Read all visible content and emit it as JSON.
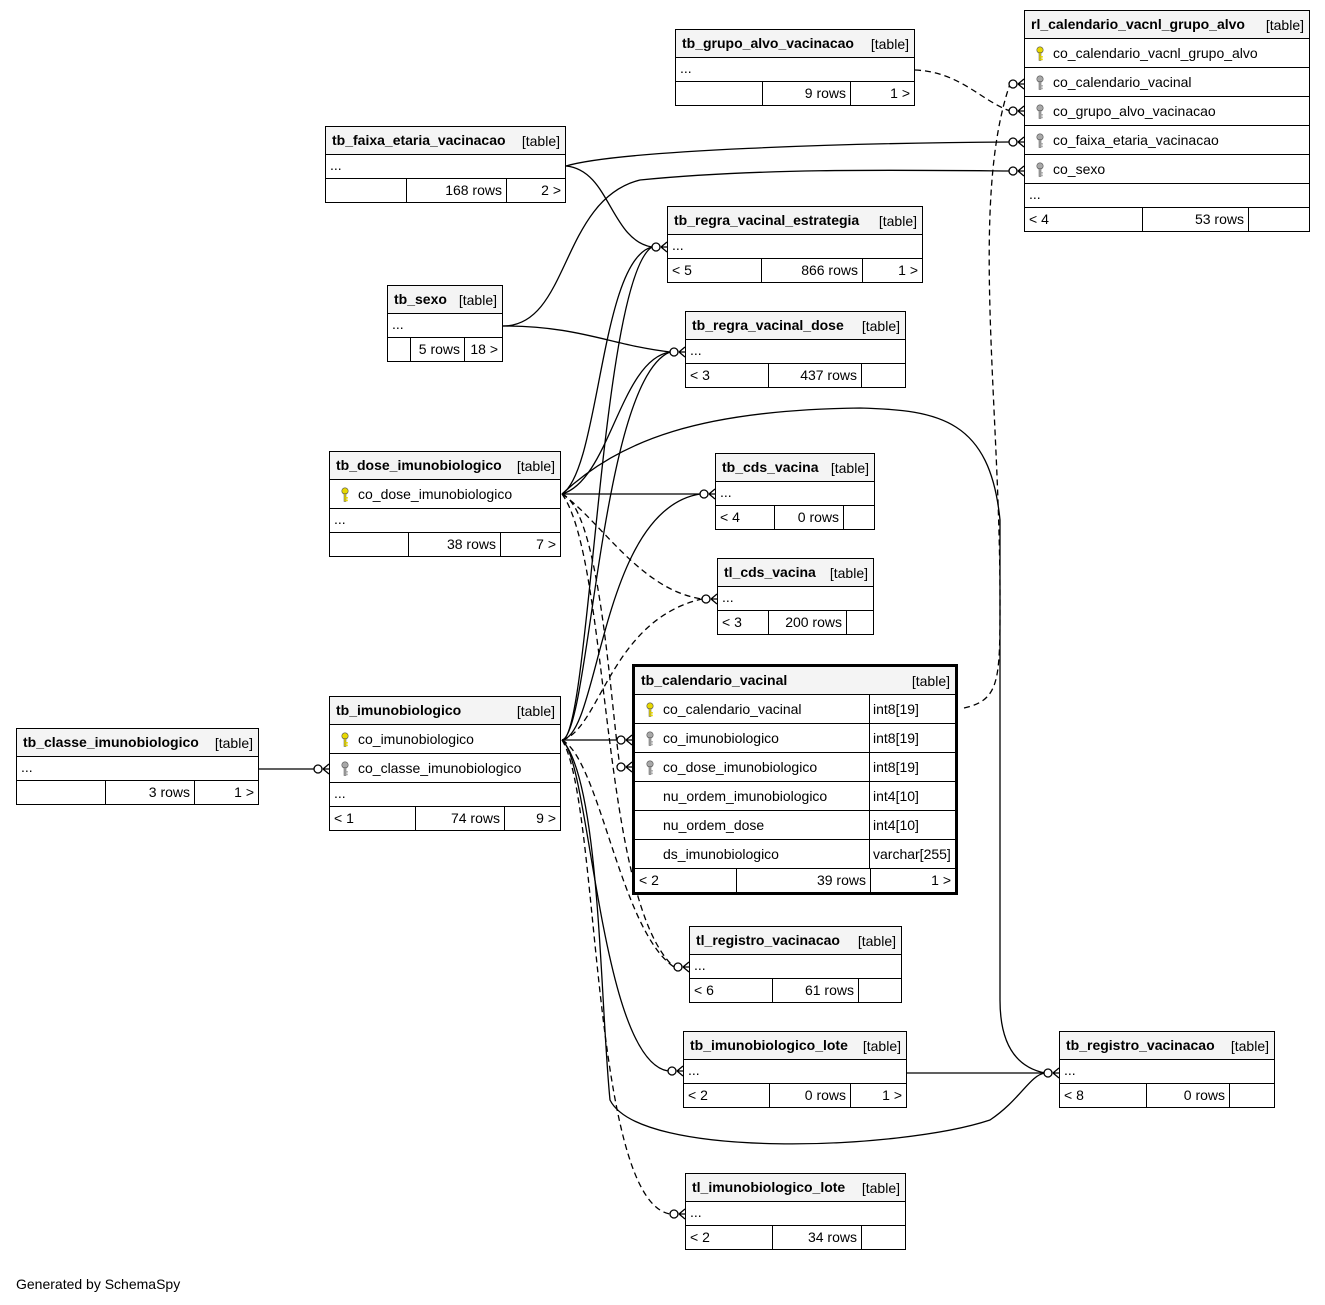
{
  "diagram": {
    "tables": [
      {
        "id": "tb_grupo_alvo_vacinacao",
        "name": "tb_grupo_alvo_vacinacao",
        "type": "[table]",
        "columns": [],
        "rows": "9 rows",
        "parents": "",
        "children": "1 >"
      },
      {
        "id": "rl_calendario_vacnl_grupo_alvo",
        "name": "rl_calendario_vacnl_grupo_alvo",
        "type": "[table]",
        "columns": [
          {
            "name": "co_calendario_vacnl_grupo_alvo",
            "key": "pk"
          },
          {
            "name": "co_calendario_vacinal",
            "key": "fk"
          },
          {
            "name": "co_grupo_alvo_vacinacao",
            "key": "fk"
          },
          {
            "name": "co_faixa_etaria_vacinacao",
            "key": "fk"
          },
          {
            "name": "co_sexo",
            "key": "fk"
          }
        ],
        "rows": "53 rows",
        "parents": "< 4",
        "children": ""
      },
      {
        "id": "tb_faixa_etaria_vacinacao",
        "name": "tb_faixa_etaria_vacinacao",
        "type": "[table]",
        "columns": [],
        "rows": "168 rows",
        "parents": "",
        "children": "2 >"
      },
      {
        "id": "tb_regra_vacinal_estrategia",
        "name": "tb_regra_vacinal_estrategia",
        "type": "[table]",
        "columns": [],
        "rows": "866 rows",
        "parents": "< 5",
        "children": "1 >"
      },
      {
        "id": "tb_sexo",
        "name": "tb_sexo",
        "type": "[table]",
        "columns": [],
        "rows": "5 rows",
        "parents": "",
        "children": "18 >"
      },
      {
        "id": "tb_regra_vacinal_dose",
        "name": "tb_regra_vacinal_dose",
        "type": "[table]",
        "columns": [],
        "rows": "437 rows",
        "parents": "< 3",
        "children": ""
      },
      {
        "id": "tb_dose_imunobiologico",
        "name": "tb_dose_imunobiologico",
        "type": "[table]",
        "columns": [
          {
            "name": "co_dose_imunobiologico",
            "key": "pk"
          }
        ],
        "rows": "38 rows",
        "parents": "",
        "children": "7 >"
      },
      {
        "id": "tb_cds_vacina",
        "name": "tb_cds_vacina",
        "type": "[table]",
        "columns": [],
        "rows": "0 rows",
        "parents": "< 4",
        "children": ""
      },
      {
        "id": "tl_cds_vacina",
        "name": "tl_cds_vacina",
        "type": "[table]",
        "columns": [],
        "rows": "200 rows",
        "parents": "< 3",
        "children": ""
      },
      {
        "id": "tb_calendario_vacinal",
        "name": "tb_calendario_vacinal",
        "type": "[table]",
        "columns": [
          {
            "name": "co_calendario_vacinal",
            "key": "pk",
            "type": "int8[19]"
          },
          {
            "name": "co_imunobiologico",
            "key": "fk",
            "type": "int8[19]"
          },
          {
            "name": "co_dose_imunobiologico",
            "key": "fk",
            "type": "int8[19]"
          },
          {
            "name": "nu_ordem_imunobiologico",
            "key": "",
            "type": "int4[10]"
          },
          {
            "name": "nu_ordem_dose",
            "key": "",
            "type": "int4[10]"
          },
          {
            "name": "ds_imunobiologico",
            "key": "",
            "type": "varchar[255]"
          }
        ],
        "rows": "39 rows",
        "parents": "< 2",
        "children": "1 >"
      },
      {
        "id": "tb_classe_imunobiologico",
        "name": "tb_classe_imunobiologico",
        "type": "[table]",
        "columns": [],
        "rows": "3 rows",
        "parents": "",
        "children": "1 >"
      },
      {
        "id": "tb_imunobiologico",
        "name": "tb_imunobiologico",
        "type": "[table]",
        "columns": [
          {
            "name": "co_imunobiologico",
            "key": "pk"
          },
          {
            "name": "co_classe_imunobiologico",
            "key": "fk"
          }
        ],
        "rows": "74 rows",
        "parents": "< 1",
        "children": "9 >"
      },
      {
        "id": "tl_registro_vacinacao",
        "name": "tl_registro_vacinacao",
        "type": "[table]",
        "columns": [],
        "rows": "61 rows",
        "parents": "< 6",
        "children": ""
      },
      {
        "id": "tb_imunobiologico_lote",
        "name": "tb_imunobiologico_lote",
        "type": "[table]",
        "columns": [],
        "rows": "0 rows",
        "parents": "< 2",
        "children": "1 >"
      },
      {
        "id": "tb_registro_vacinacao",
        "name": "tb_registro_vacinacao",
        "type": "[table]",
        "columns": [],
        "rows": "0 rows",
        "parents": "< 8",
        "children": ""
      },
      {
        "id": "tl_imunobiologico_lote",
        "name": "tl_imunobiologico_lote",
        "type": "[table]",
        "columns": [],
        "rows": "34 rows",
        "parents": "< 2",
        "children": ""
      }
    ],
    "ellipsis": "...",
    "colors": {
      "pk_key": "#e8d800",
      "fk_key": "#a8a8a8",
      "header_bg": "#f4f4f4",
      "line": "#000000"
    }
  },
  "footer": {
    "text": "Generated by SchemaSpy"
  }
}
